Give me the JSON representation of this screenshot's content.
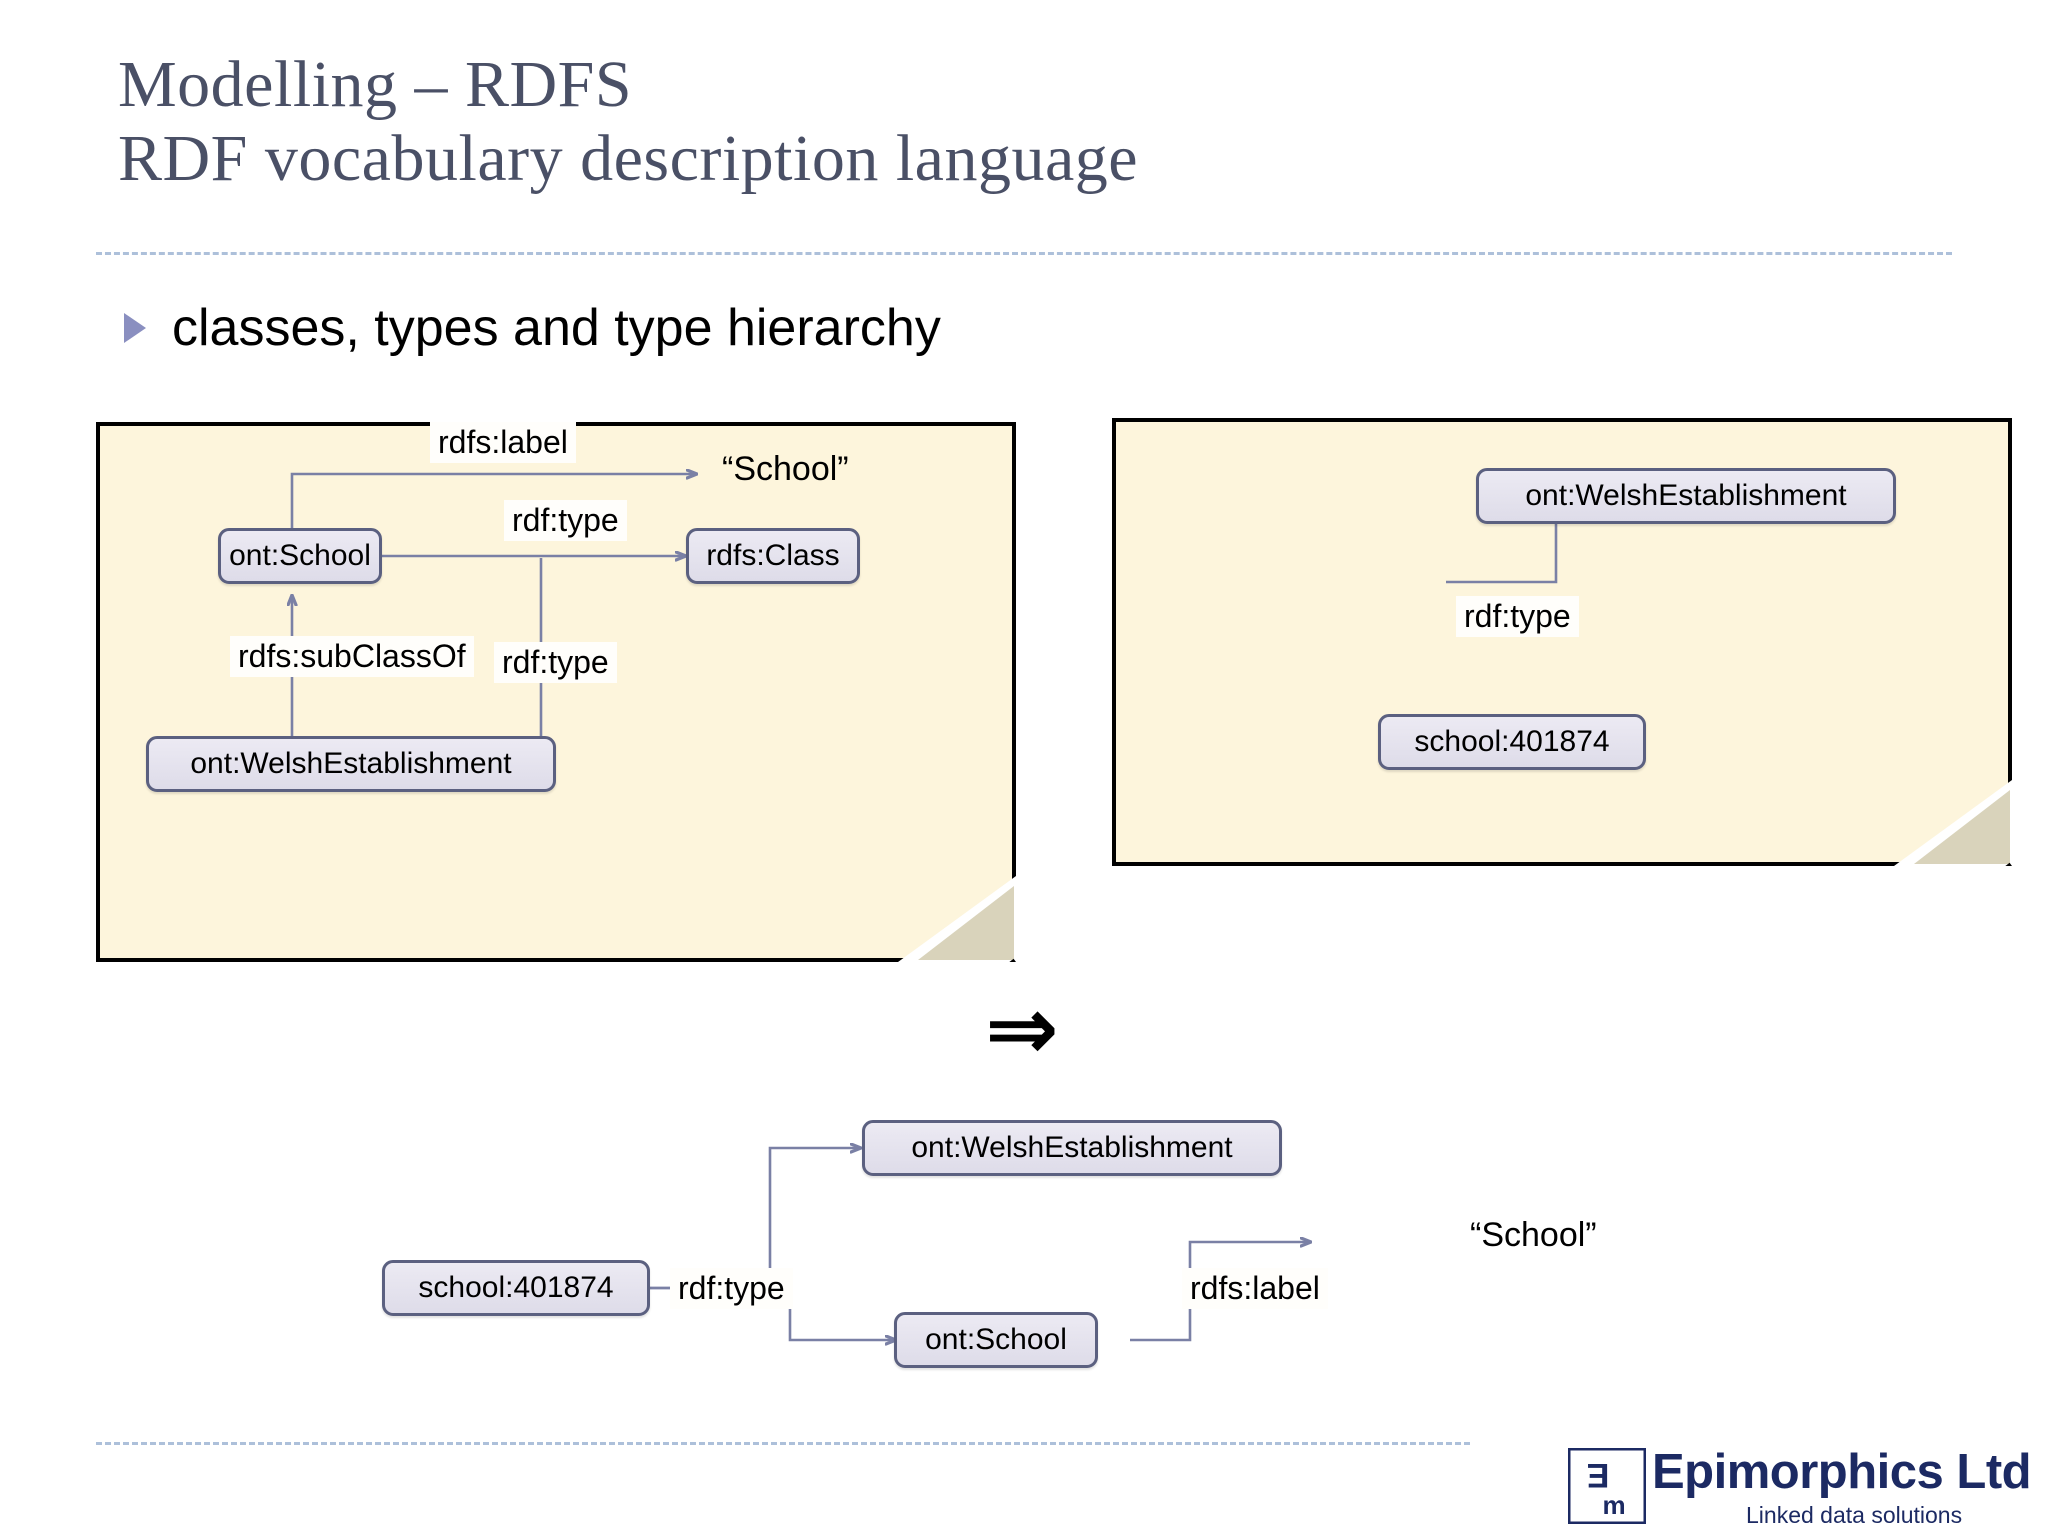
{
  "slide": {
    "title_line1": "Modelling – RDFS",
    "title_line2": "RDF vocabulary description language",
    "bullet": "classes, types and type hierarchy",
    "implies_symbol": "⇒"
  },
  "colors": {
    "title_text": "#4a5066",
    "divider": "#9fb6d4",
    "bullet_marker": "#8a8fc0",
    "note_bg": "#fdf5dc",
    "note_border": "#000000",
    "note_fold": "#d9d3bb",
    "node_fill": "#e3e1ed",
    "node_border": "#5b6080",
    "edge_stroke": "#7a80a5",
    "logo_navy": "#1c2a63"
  },
  "left_panel": {
    "nodes": [
      {
        "id": "ont-school",
        "label": "ont:School"
      },
      {
        "id": "rdfs-class",
        "label": "rdfs:Class"
      },
      {
        "id": "ont-welsh",
        "label": "ont:WelshEstablishment"
      }
    ],
    "literals": [
      {
        "id": "school-literal",
        "label": "“School”"
      }
    ],
    "edge_labels": [
      {
        "id": "rdfs-label",
        "label": "rdfs:label"
      },
      {
        "id": "rdf-type-top",
        "label": "rdf:type"
      },
      {
        "id": "rdfs-subclassof",
        "label": "rdfs:subClassOf"
      },
      {
        "id": "rdf-type-bottom",
        "label": "rdf:type"
      }
    ]
  },
  "right_panel": {
    "nodes": [
      {
        "id": "ont-welsh",
        "label": "ont:WelshEstablishment"
      },
      {
        "id": "school-401874",
        "label": "school:401874"
      }
    ],
    "edge_labels": [
      {
        "id": "rdf-type",
        "label": "rdf:type"
      }
    ]
  },
  "bottom_graph": {
    "nodes": [
      {
        "id": "ont-welsh",
        "label": "ont:WelshEstablishment"
      },
      {
        "id": "school-401874",
        "label": "school:401874"
      },
      {
        "id": "ont-school",
        "label": "ont:School"
      }
    ],
    "literals": [
      {
        "id": "school-literal",
        "label": "“School”"
      }
    ],
    "edge_labels": [
      {
        "id": "rdf-type",
        "label": "rdf:type"
      },
      {
        "id": "rdfs-label",
        "label": "rdfs:label"
      }
    ]
  },
  "logo": {
    "name": "Epimorphics Ltd",
    "tagline": "Linked data solutions",
    "mark_letters": [
      "E",
      "m"
    ]
  }
}
